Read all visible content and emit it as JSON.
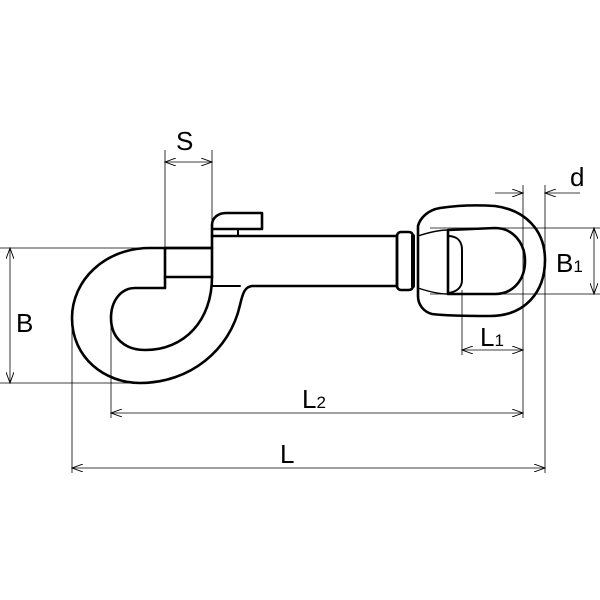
{
  "title": "Snap hook dimension drawing",
  "dimensions": {
    "S": {
      "main": "S",
      "sub": ""
    },
    "d": {
      "main": "d",
      "sub": ""
    },
    "B1": {
      "main": "B",
      "sub": "1"
    },
    "L1": {
      "main": "L",
      "sub": "1"
    },
    "L2": {
      "main": "L",
      "sub": "2"
    },
    "L": {
      "main": "L",
      "sub": ""
    },
    "B": {
      "main": "B",
      "sub": ""
    }
  },
  "colors": {
    "line": "#000000",
    "background": "#ffffff"
  }
}
